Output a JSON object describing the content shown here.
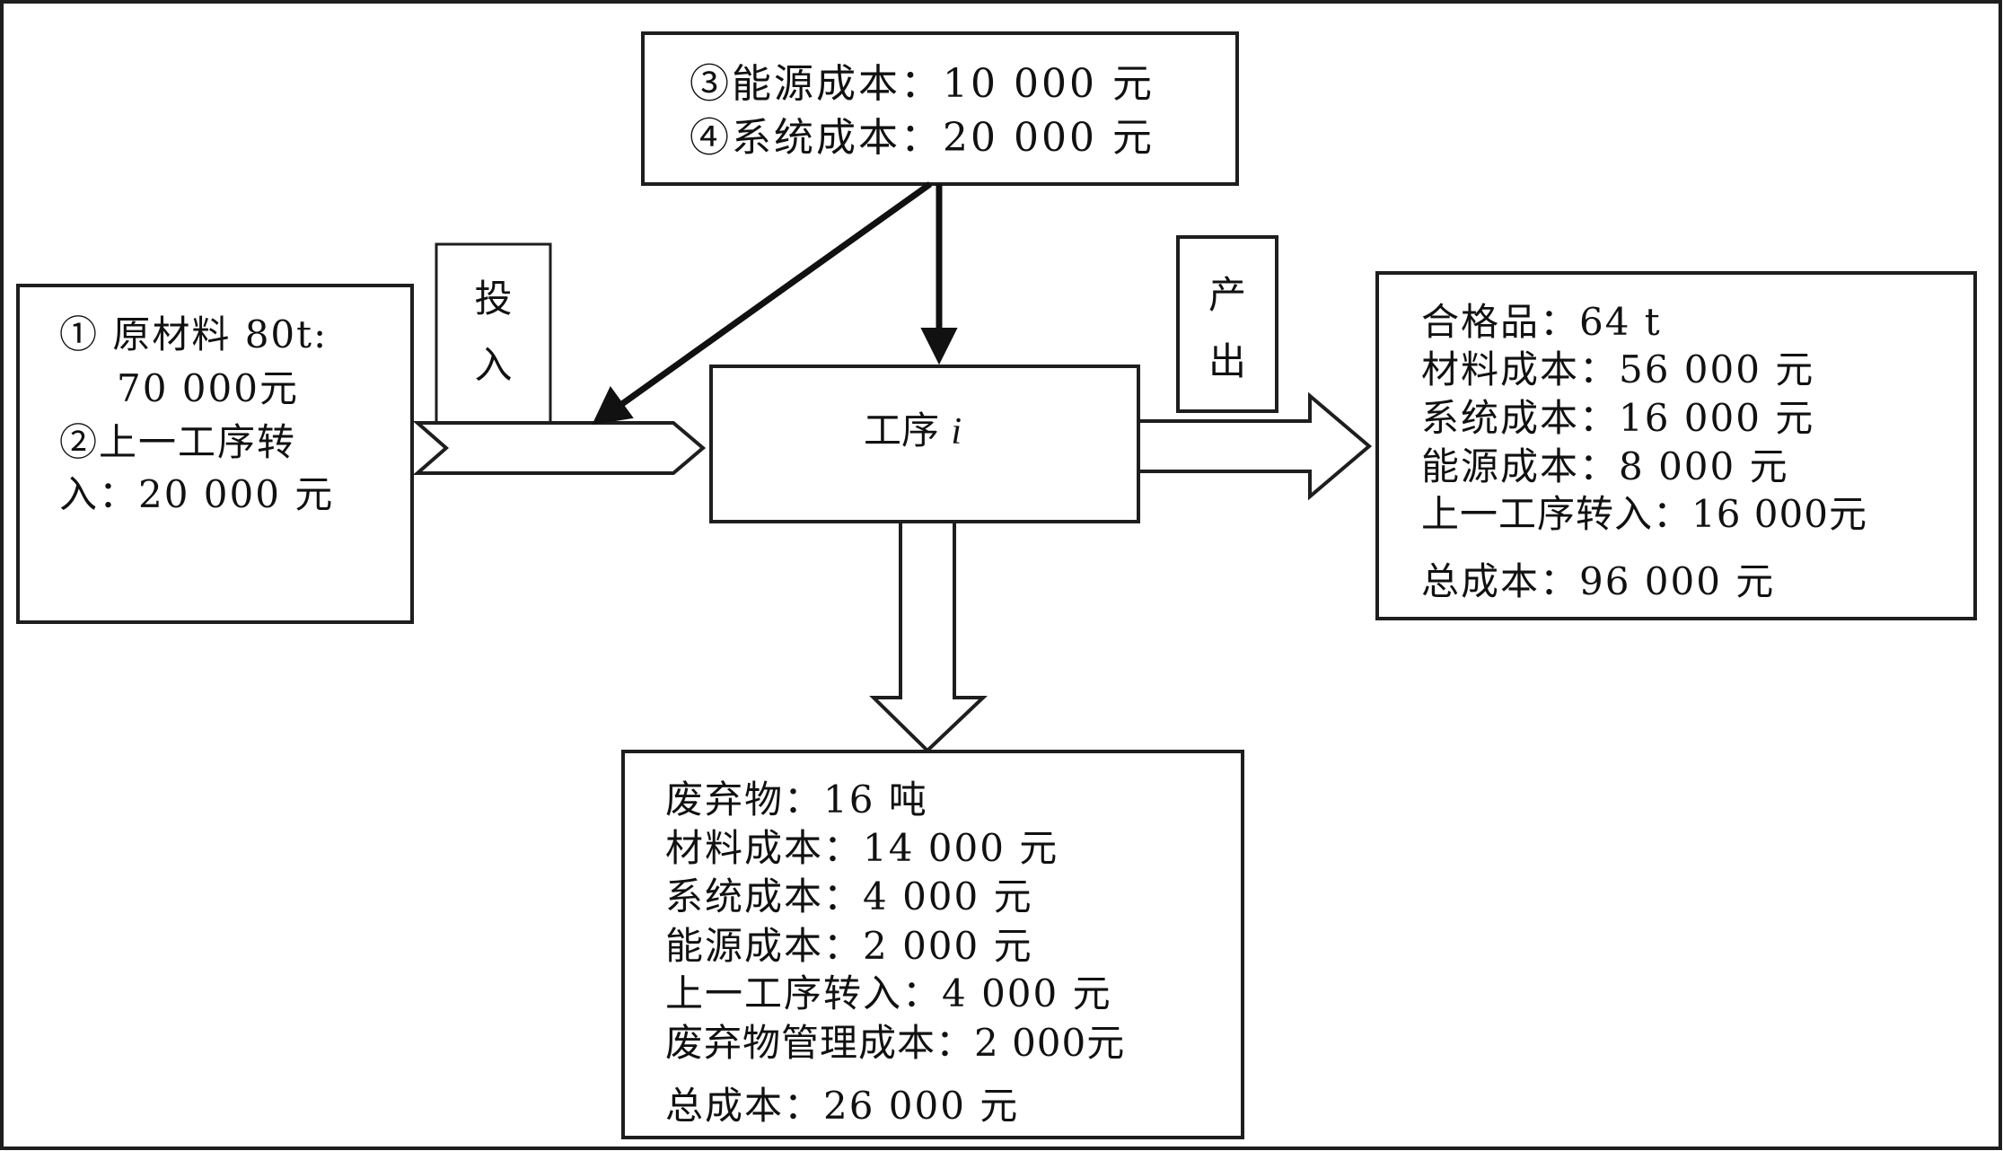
{
  "diagram": {
    "colors": {
      "stroke": "#1e1e1e",
      "fill": "#ffffff",
      "text": "#111111"
    },
    "top_box": {
      "lines": [
        "③能源成本：10 000 元",
        "④系统成本：20 000 元"
      ]
    },
    "input_box": {
      "lines": [
        "① 原材料  80t:",
        "70 000元",
        "②上一工序转",
        "入：20 000 元"
      ]
    },
    "input_label": {
      "chars": [
        "投",
        "入"
      ]
    },
    "output_label": {
      "chars": [
        "产",
        "出"
      ]
    },
    "process_box": {
      "label": "工序",
      "variable": "i"
    },
    "output_box": {
      "lines": [
        "合格品：64 t",
        "材料成本：56 000  元",
        "系统成本：16 000  元",
        "能源成本：8 000  元",
        "上一工序转入：16 000元"
      ],
      "total": "总成本：96 000 元"
    },
    "waste_box": {
      "lines": [
        "废弃物：16 吨",
        "材料成本：14 000 元",
        "系统成本：4 000 元",
        "能源成本：2 000 元",
        "上一工序转入：4 000 元",
        "废弃物管理成本：2 000元"
      ],
      "total": "总成本：26 000 元"
    }
  }
}
